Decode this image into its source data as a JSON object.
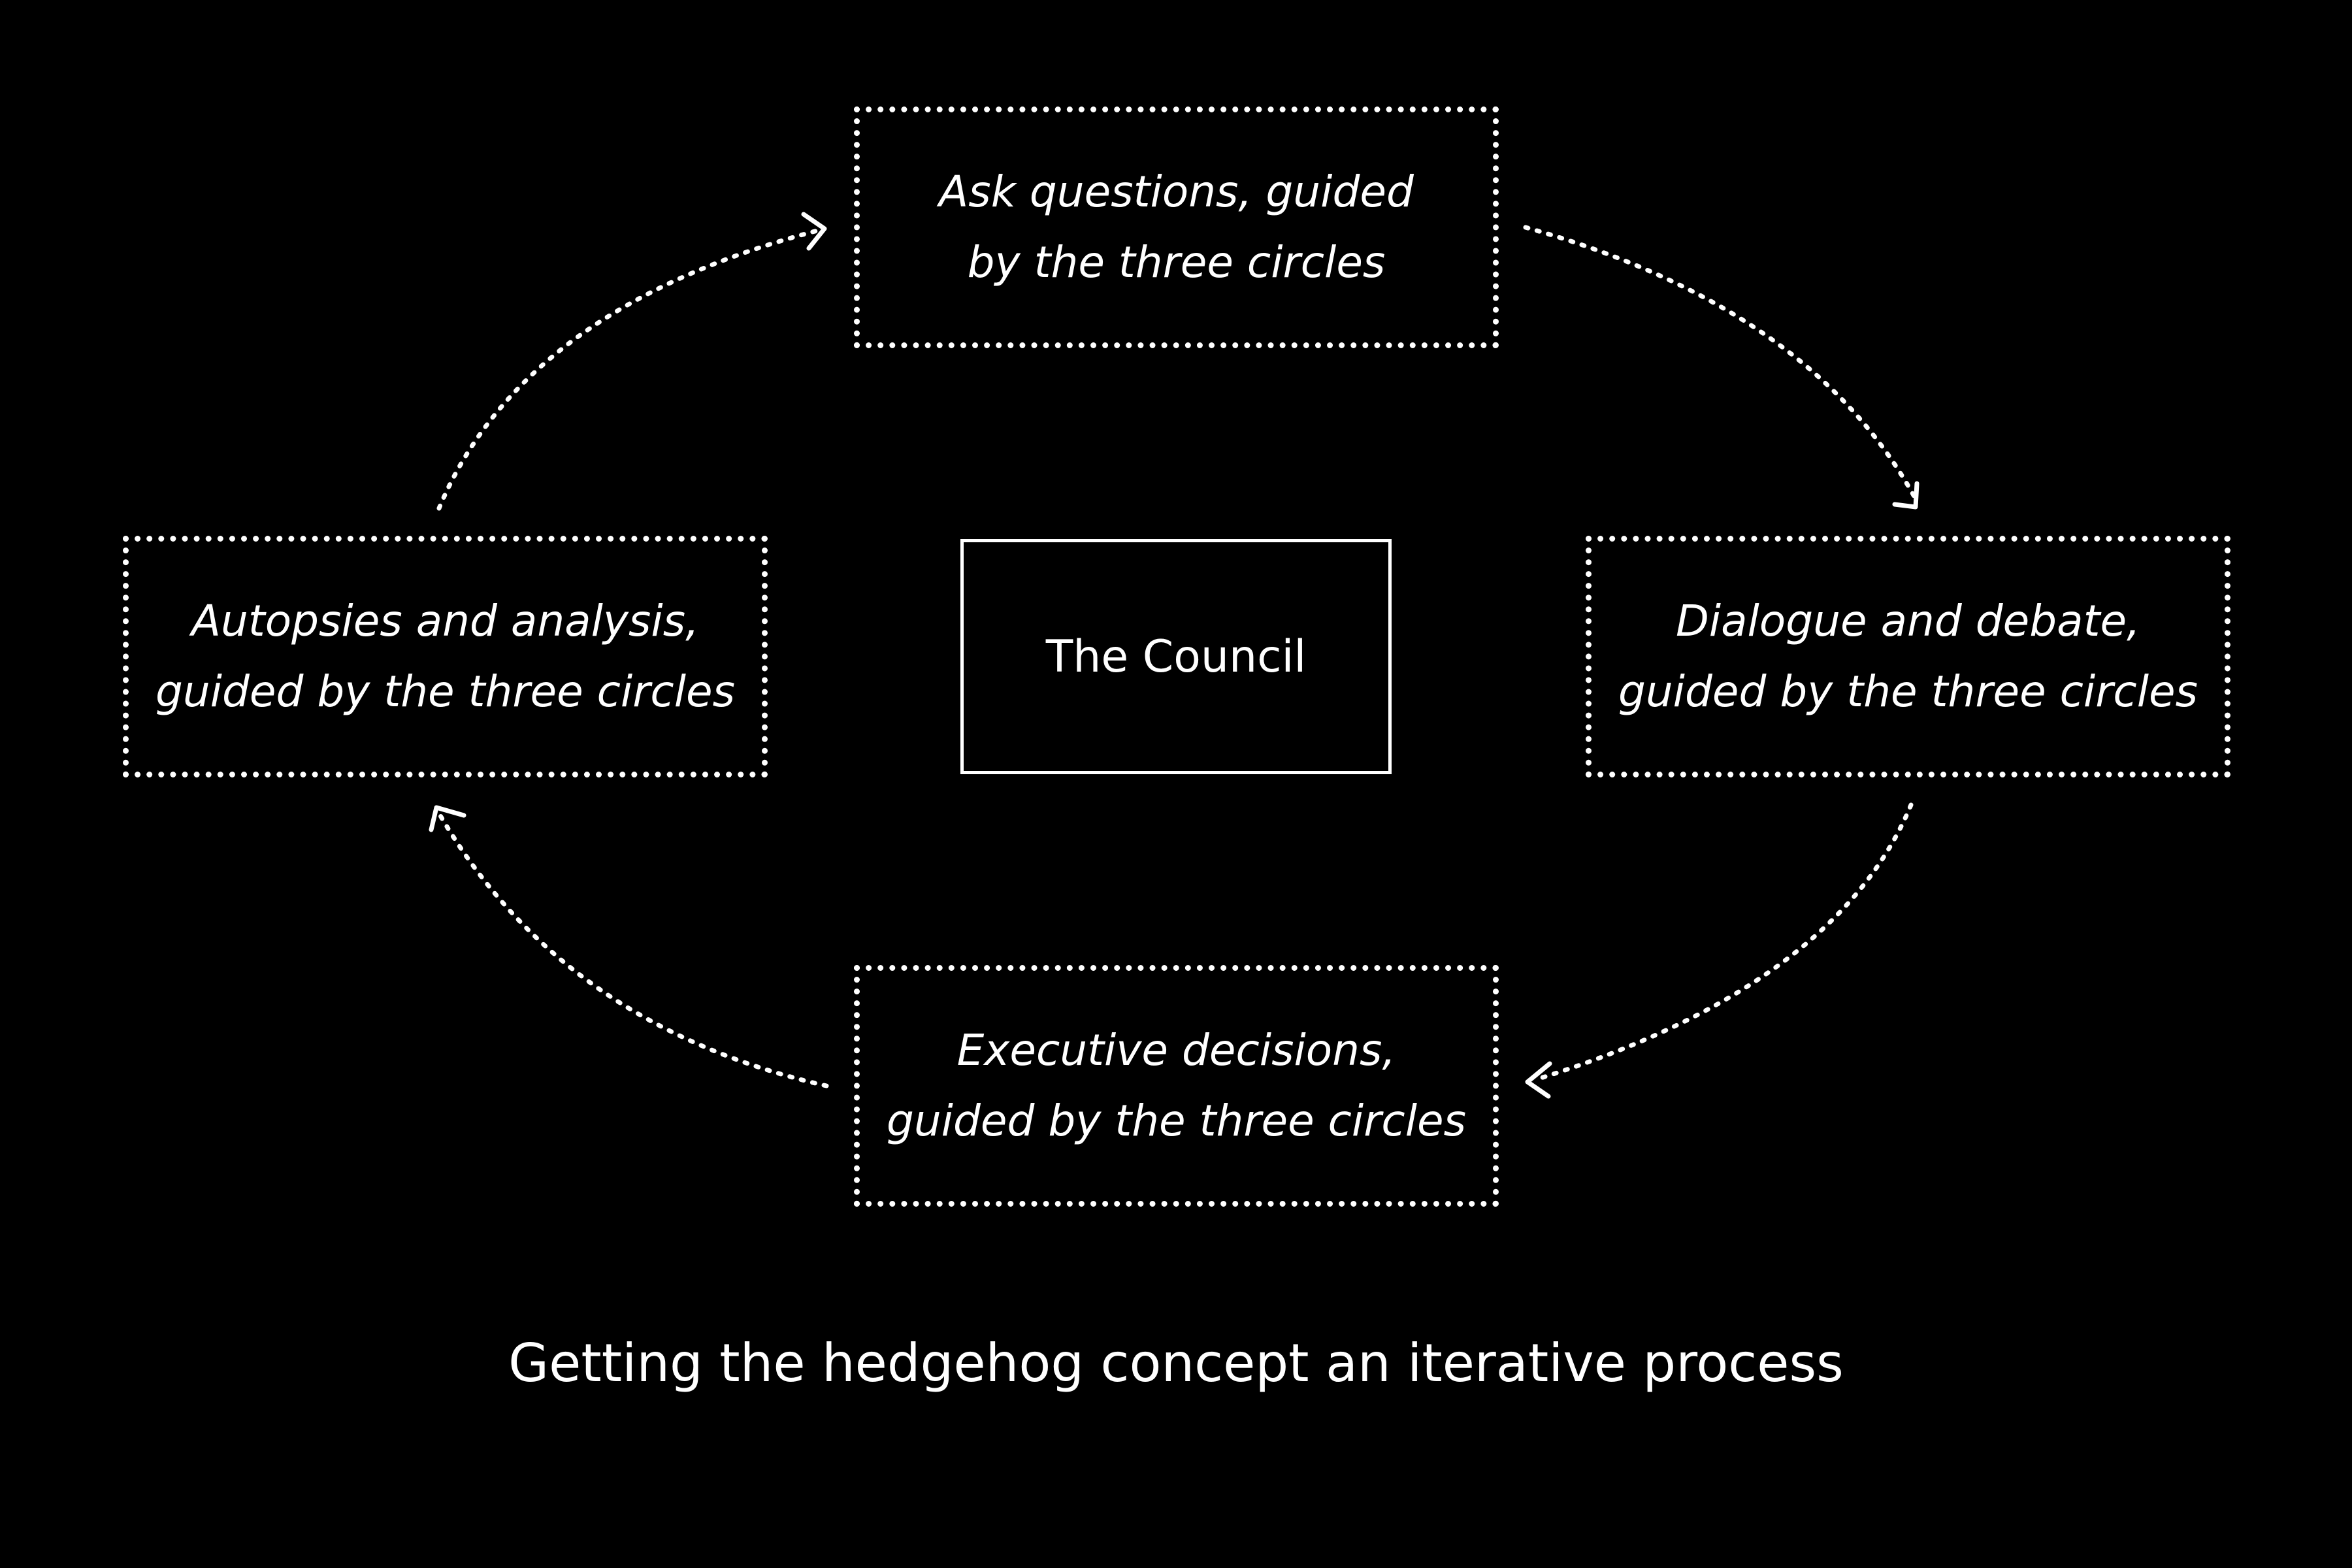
{
  "diagram": {
    "center": {
      "label": "The Council"
    },
    "nodes": {
      "top": {
        "line1": "Ask questions, guided",
        "line2": "by the three circles"
      },
      "right": {
        "line1": "Dialogue and debate,",
        "line2": "guided by the three circles"
      },
      "bottom": {
        "line1": "Executive decisions,",
        "line2": "guided by the three circles"
      },
      "left": {
        "line1": "Autopsies and analysis,",
        "line2": "guided by the three circles"
      }
    },
    "cycle": [
      "top",
      "right",
      "bottom",
      "left"
    ],
    "caption": "Getting the hedgehog concept an iterative process"
  },
  "colors": {
    "background": "#000000",
    "foreground": "#ffffff"
  }
}
